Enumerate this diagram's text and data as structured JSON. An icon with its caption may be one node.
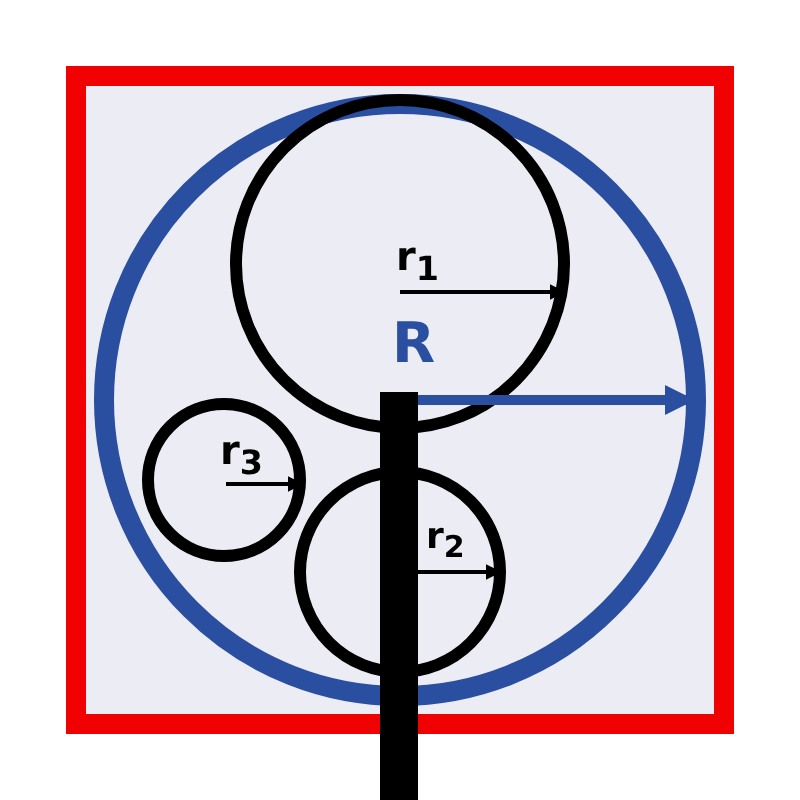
{
  "diagram": {
    "labels": [
      "r$_{1}$",
      "R",
      "r$_{3}$",
      "r$_{2}$"
    ]
  }
}
